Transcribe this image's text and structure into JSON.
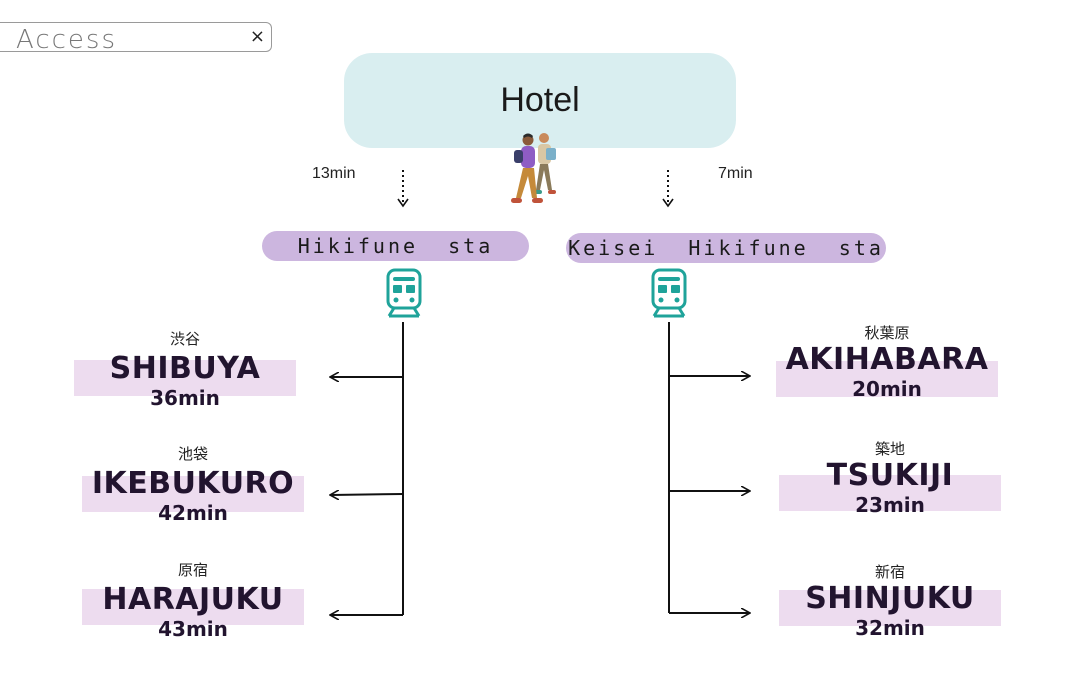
{
  "access_panel": {
    "title": "Access",
    "close_symbol": "×"
  },
  "hotel": {
    "label": "Hotel"
  },
  "walk_times": {
    "left": "13min",
    "right": "7min"
  },
  "stations": {
    "left": "Hikifune  sta",
    "right": "Keisei  Hikifune  sta"
  },
  "destinations_left": [
    {
      "jp": "渋谷",
      "name": "SHIBUYA",
      "time": "36min"
    },
    {
      "jp": "池袋",
      "name": "IKEBUKURO",
      "time": "42min"
    },
    {
      "jp": "原宿",
      "name": "HARAJUKU",
      "time": "43min"
    }
  ],
  "destinations_right": [
    {
      "jp": "秋葉原",
      "name": "AKIHABARA",
      "time": "20min"
    },
    {
      "jp": "築地",
      "name": "TSUKIJI",
      "time": "23min"
    },
    {
      "jp": "新宿",
      "name": "SHINJUKU",
      "time": "32min"
    }
  ],
  "colors": {
    "hotel_bg": "#d9eef0",
    "station_pill": "#ccb6df",
    "destination_bar": "#eddcef",
    "train_icon": "#1fa39a",
    "destination_text": "#22142f"
  },
  "icons": {
    "walkers": "walking-travelers-icon",
    "train": "train-icon"
  }
}
